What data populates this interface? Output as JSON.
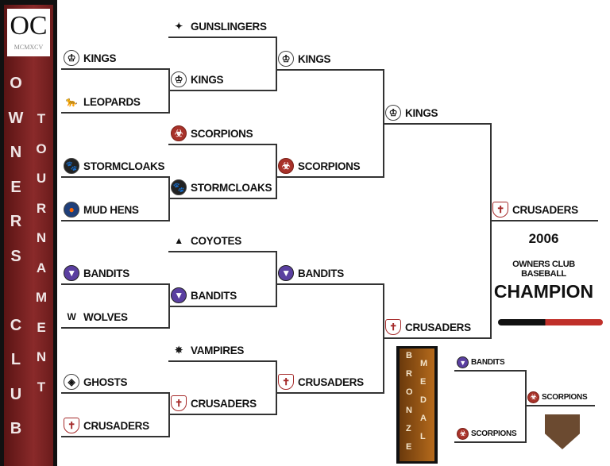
{
  "sidebar": {
    "logo_initials": "OC",
    "logo_year": "MCMXCV",
    "col1": [
      "O",
      "W",
      "N",
      "E",
      "R",
      "S",
      "",
      "C",
      "L",
      "U",
      "B"
    ],
    "col2": [
      "T",
      "O",
      "U",
      "R",
      "N",
      "A",
      "M",
      "E",
      "N",
      "T"
    ]
  },
  "round1": [
    "KINGS",
    "LEOPARDS",
    "STORMCLOAKS",
    "MUD HENS",
    "BANDITS",
    "WOLVES",
    "GHOSTS",
    "CRUSADERS"
  ],
  "round2": [
    "GUNSLINGERS",
    "KINGS",
    "SCORPIONS",
    "STORMCLOAKS",
    "COYOTES",
    "BANDITS",
    "VAMPIRES",
    "CRUSADERS"
  ],
  "round3": [
    "KINGS",
    "SCORPIONS",
    "BANDITS",
    "CRUSADERS"
  ],
  "semis": [
    "KINGS",
    "CRUSADERS"
  ],
  "champion": {
    "team": "CRUSADERS",
    "year": "2006",
    "league": "OWNERS CLUB BASEBALL",
    "title": "CHAMPION"
  },
  "bronze": {
    "letters1": [
      "B",
      "R",
      "O",
      "N",
      "Z",
      "E"
    ],
    "letters2": [
      "M",
      "E",
      "D",
      "A",
      "L"
    ],
    "teams": [
      "BANDITS",
      "SCORPIONS"
    ],
    "winner": "SCORPIONS"
  },
  "icons": {
    "KINGS": "♔",
    "LEOPARDS": "🐆",
    "STORMCLOAKS": "🐾",
    "MUD HENS": "●",
    "BANDITS": "▼",
    "WOLVES": "W",
    "GHOSTS": "◈",
    "CRUSADERS": "✝",
    "GUNSLINGERS": "✦",
    "SCORPIONS": "☣",
    "COYOTES": "▲",
    "VAMPIRES": "✵"
  }
}
